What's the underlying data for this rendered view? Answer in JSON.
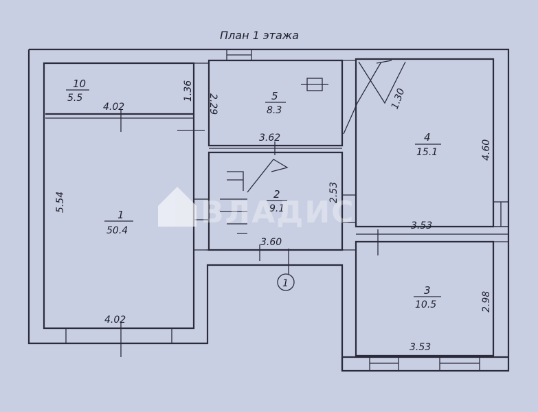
{
  "title": "План 1 этажа",
  "axis_marker": "1",
  "watermark": "ВЛАДИС",
  "rooms": [
    {
      "number": "10",
      "area": "5.5"
    },
    {
      "number": "5",
      "area": "8.3"
    },
    {
      "number": "4",
      "area": "15.1"
    },
    {
      "number": "2",
      "area": "9.1"
    },
    {
      "number": "1",
      "area": "50.4"
    },
    {
      "number": "3",
      "area": "10.5"
    }
  ],
  "dimensions": {
    "r10_width": "4.02",
    "r10_depth": "1.36",
    "r5_depth": "2.29",
    "r5_width": "3.62",
    "r4_corner": "1.30",
    "r4_depth": "4.60",
    "r4_width": "3.53",
    "r2_depth": "2.53",
    "r2_width": "3.60",
    "r1_depth": "5.54",
    "r1_width": "4.02",
    "r3_depth": "2.98",
    "r3_width": "3.53"
  },
  "colors": {
    "paper": "#c9cfe3",
    "ink": "#2b2b3a"
  }
}
